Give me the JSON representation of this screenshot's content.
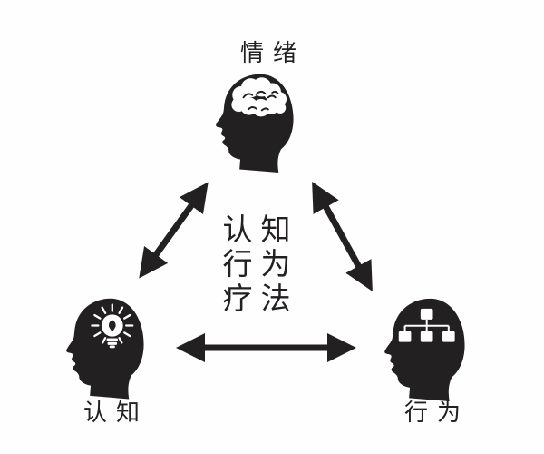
{
  "diagram": {
    "type": "triangle-relationship",
    "center_label": {
      "line1": "认知",
      "line2": "行为",
      "line3": "疗法"
    },
    "nodes": [
      {
        "id": "emotion",
        "label": "情绪",
        "icon": "brain-icon",
        "position": "top"
      },
      {
        "id": "cognition",
        "label": "认知",
        "icon": "lightbulb-icon",
        "position": "bottom-left"
      },
      {
        "id": "behavior",
        "label": "行为",
        "icon": "org-chart-icon",
        "position": "bottom-right"
      }
    ],
    "connections": [
      {
        "from": "emotion",
        "to": "cognition",
        "style": "double-headed-arrow"
      },
      {
        "from": "emotion",
        "to": "behavior",
        "style": "double-headed-arrow"
      },
      {
        "from": "cognition",
        "to": "behavior",
        "style": "double-headed-arrow"
      }
    ],
    "colors": {
      "ink": "#232021",
      "background": "#fefefe"
    }
  }
}
